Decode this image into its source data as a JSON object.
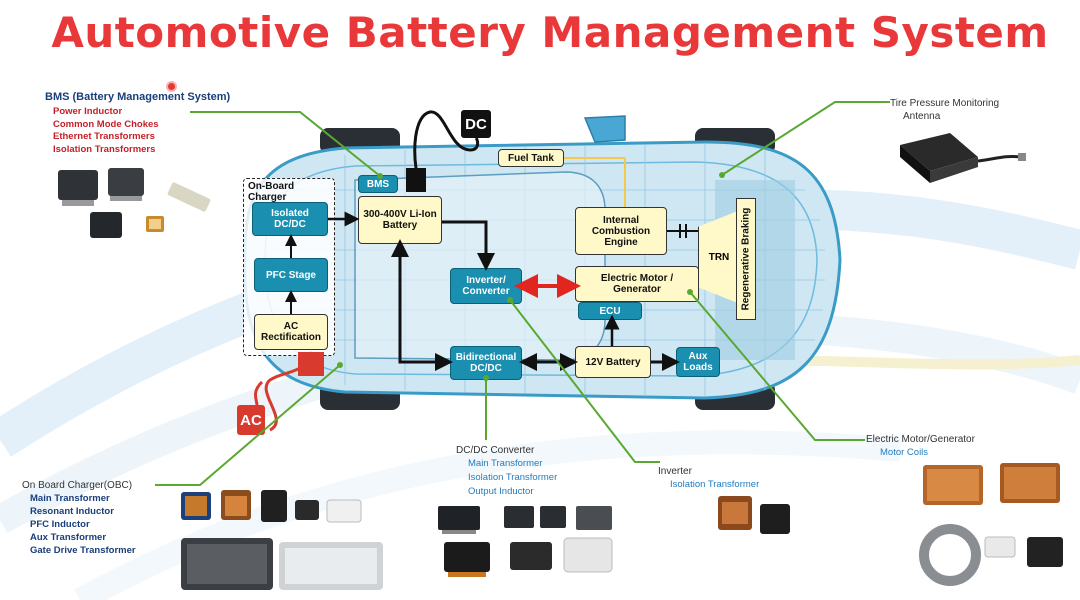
{
  "title": "Automotive Battery Management System",
  "diagram": {
    "blocks": {
      "bms": "BMS",
      "battery": "300-400V Li-Ion Battery",
      "fuel_tank": "Fuel Tank",
      "ice": "Internal Combustion Engine",
      "inverter": "Inverter/ Converter",
      "motor": "Electric Motor / Generator",
      "ecu": "ECU",
      "trn": "TRN",
      "regen": "Regenerative Braking",
      "bidirectional": "Bidirectional DC/DC",
      "battery12": "12V Battery",
      "aux_loads": "Aux Loads",
      "dc_tag": "DC",
      "ac_tag": "AC"
    },
    "obc": {
      "caption": "On-Board Charger",
      "isolated": "Isolated DC/DC",
      "pfc": "PFC Stage",
      "ac_rect": "AC Rectification"
    }
  },
  "callouts": {
    "bms": {
      "heading": "BMS (Battery Management System)",
      "items": [
        "Power Inductor",
        "Common Mode Chokes",
        "Ethernet Transformers",
        "Isolation Transformers"
      ]
    },
    "tpms": {
      "heading": "Tire Pressure Monitoring",
      "items": [
        "Antenna"
      ]
    },
    "motor": {
      "heading": "Electric Motor/Generator",
      "items": [
        "Motor Coils"
      ]
    },
    "inverter": {
      "heading": "Inverter",
      "items": [
        "Isolation Transformer"
      ]
    },
    "dcdc": {
      "heading": "DC/DC Converter",
      "items": [
        "Main Transformer",
        "Isolation Transformer",
        "Output Inductor"
      ]
    },
    "obc": {
      "heading": "On Board Charger(OBC)",
      "items": [
        "Main Transformer",
        "Resonant Inductor",
        "PFC Inductor",
        "Aux Transformer",
        "Gate Drive Transformer"
      ]
    }
  },
  "colors": {
    "title": "#e8383a",
    "block_blue": "#1a8fb0",
    "block_yellow": "#fff8c8",
    "callout_line": "#5aa832",
    "heading_navy": "#1a3e7a",
    "text_red": "#c52028",
    "text_blue": "#1f7cc0"
  }
}
